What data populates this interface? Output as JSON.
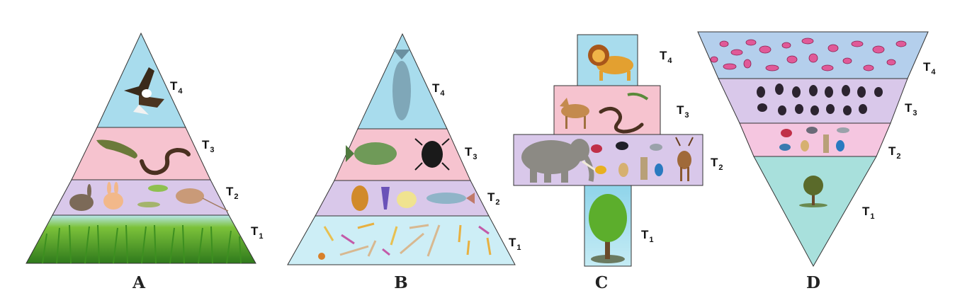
{
  "pyramids": [
    {
      "label": "A",
      "levels": [
        {
          "name": "T",
          "sub": "4",
          "organisms": [
            "eagle"
          ]
        },
        {
          "name": "T",
          "sub": "3",
          "organisms": [
            "lizard",
            "snake"
          ]
        },
        {
          "name": "T",
          "sub": "2",
          "organisms": [
            "rabbit",
            "rabbit",
            "grasshopper",
            "grasshopper",
            "rat"
          ]
        },
        {
          "name": "T",
          "sub": "1",
          "organisms": [
            "grass"
          ]
        }
      ]
    },
    {
      "label": "B",
      "levels": [
        {
          "name": "T",
          "sub": "4",
          "organisms": [
            "fish"
          ]
        },
        {
          "name": "T",
          "sub": "3",
          "organisms": [
            "fish",
            "beetle"
          ]
        },
        {
          "name": "T",
          "sub": "2",
          "organisms": [
            "zooplankton",
            "zooplankton",
            "zooplankton",
            "fish"
          ]
        },
        {
          "name": "T",
          "sub": "1",
          "organisms": [
            "phytoplankton"
          ]
        }
      ]
    },
    {
      "label": "C",
      "levels": [
        {
          "name": "T",
          "sub": "4",
          "organisms": [
            "lion"
          ]
        },
        {
          "name": "T",
          "sub": "3",
          "organisms": [
            "jackal",
            "snake",
            "lizard"
          ]
        },
        {
          "name": "T",
          "sub": "2",
          "organisms": [
            "elephant",
            "birds",
            "deer"
          ]
        },
        {
          "name": "T",
          "sub": "1",
          "organisms": [
            "tree"
          ]
        }
      ]
    },
    {
      "label": "D",
      "levels": [
        {
          "name": "T",
          "sub": "4",
          "organisms": [
            "microorganisms"
          ]
        },
        {
          "name": "T",
          "sub": "3",
          "organisms": [
            "insects"
          ]
        },
        {
          "name": "T",
          "sub": "2",
          "organisms": [
            "birds"
          ]
        },
        {
          "name": "T",
          "sub": "1",
          "organisms": [
            "tree"
          ]
        }
      ]
    }
  ],
  "colors": {
    "t4": "#a8dced",
    "t3": "#f6c3cf",
    "t2": "#d9c8ea",
    "t1_grass": "#5aa42a",
    "t1_plankton": "#cdeef6",
    "t1_tree_bg": "#7fcde4",
    "t1_inverted": "#a8e0dc",
    "d_top": "#b4cfec",
    "outline": "#333333"
  }
}
